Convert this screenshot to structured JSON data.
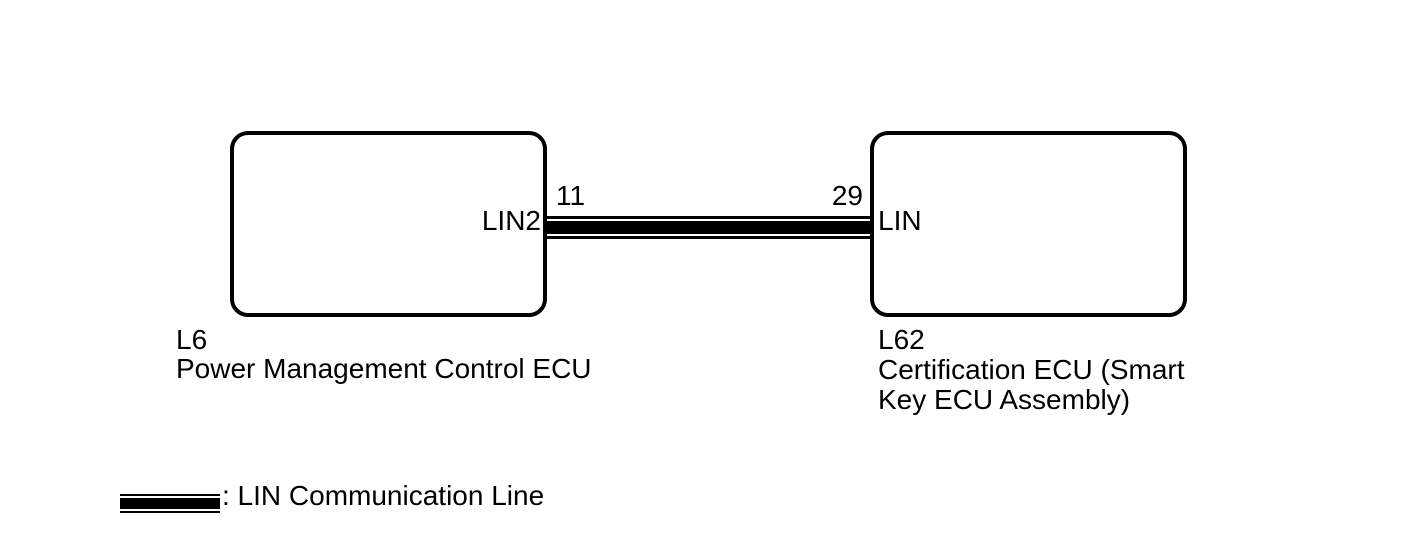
{
  "diagram": {
    "nodes": [
      {
        "code": "L6",
        "name": "Power Management Control ECU",
        "pin_label": "LIN2",
        "pin_number": "11"
      },
      {
        "code": "L62",
        "name": "Certification ECU (Smart Key ECU Assembly)",
        "pin_label": "LIN",
        "pin_number": "29"
      }
    ],
    "connection": {
      "type": "LIN Communication Line",
      "from_pin": "11",
      "to_pin": "29"
    },
    "legend": {
      "label": ": LIN Communication Line"
    },
    "colors": {
      "foreground": "#000000",
      "background": "#ffffff"
    }
  }
}
